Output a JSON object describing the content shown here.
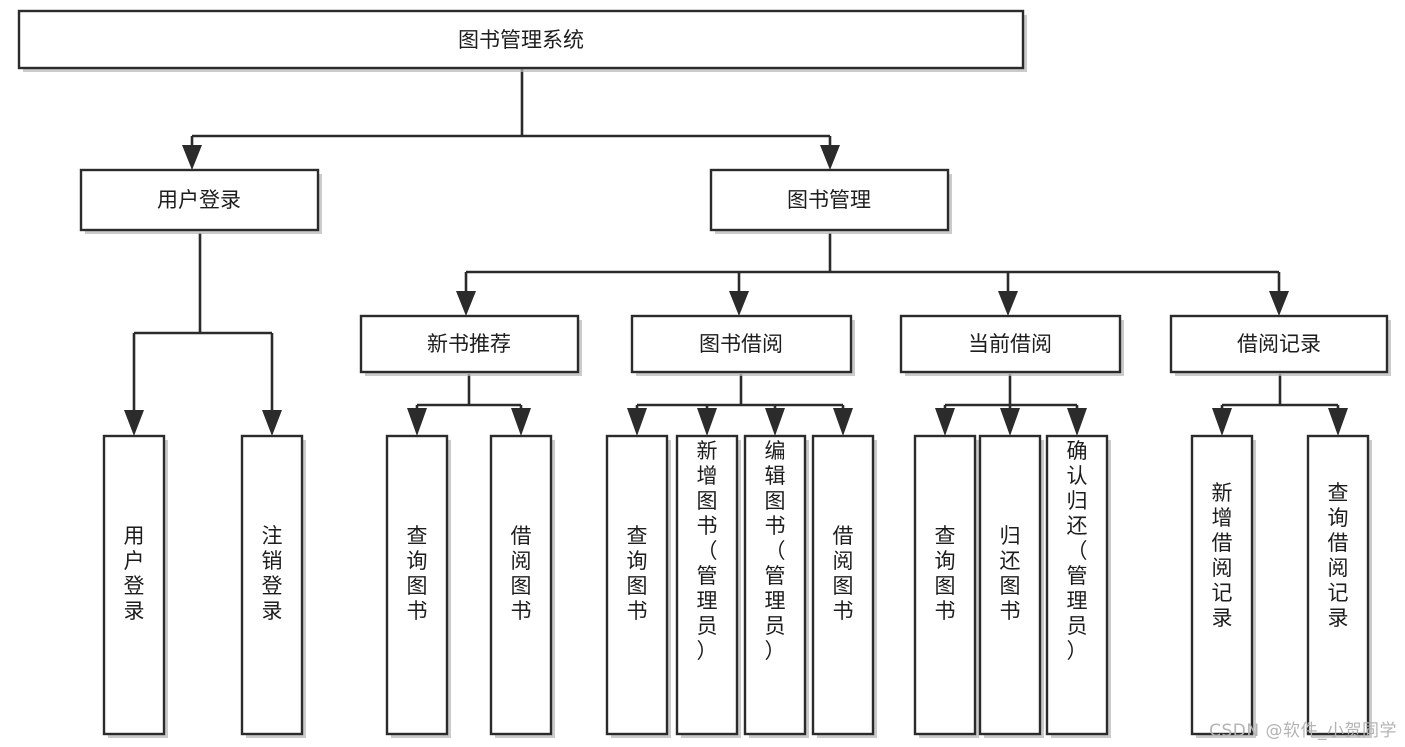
{
  "diagram": {
    "title": "图书管理系统",
    "type": "tree",
    "orientation": "top-down",
    "colors": {
      "box_fill": "#ffffff",
      "box_stroke": "#2b2b2b",
      "connector": "#2b2b2b",
      "text": "#1d1d1d",
      "background": "#ffffff",
      "watermark": "#b4b4b4"
    },
    "root": {
      "id": "root",
      "label": "图书管理系统",
      "orientation": "horizontal"
    },
    "level2": [
      {
        "id": "user-login",
        "label": "用户登录",
        "orientation": "horizontal"
      },
      {
        "id": "book-manage",
        "label": "图书管理",
        "orientation": "horizontal"
      }
    ],
    "level3": [
      {
        "id": "new-book-recommend",
        "label": "新书推荐",
        "orientation": "horizontal",
        "parent": "book-manage"
      },
      {
        "id": "book-borrow",
        "label": "图书借阅",
        "orientation": "horizontal",
        "parent": "book-manage"
      },
      {
        "id": "current-borrow",
        "label": "当前借阅",
        "orientation": "horizontal",
        "parent": "book-manage"
      },
      {
        "id": "borrow-record",
        "label": "借阅记录",
        "orientation": "horizontal",
        "parent": "book-manage"
      }
    ],
    "leaves": [
      {
        "id": "leaf-user-login",
        "label": "用户登录",
        "orientation": "vertical",
        "parent": "user-login"
      },
      {
        "id": "leaf-user-logout",
        "label": "注销登录",
        "orientation": "vertical",
        "parent": "user-login"
      },
      {
        "id": "leaf-query-book-1",
        "label": "查询图书",
        "orientation": "vertical",
        "parent": "new-book-recommend"
      },
      {
        "id": "leaf-borrow-book-1",
        "label": "借阅图书",
        "orientation": "vertical",
        "parent": "new-book-recommend"
      },
      {
        "id": "leaf-query-book-2",
        "label": "查询图书",
        "orientation": "vertical",
        "parent": "book-borrow"
      },
      {
        "id": "leaf-add-book",
        "label": "新增图书（管理员）",
        "orientation": "vertical",
        "parent": "book-borrow"
      },
      {
        "id": "leaf-edit-book",
        "label": "编辑图书（管理员）",
        "orientation": "vertical",
        "parent": "book-borrow"
      },
      {
        "id": "leaf-borrow-book-2",
        "label": "借阅图书",
        "orientation": "vertical",
        "parent": "book-borrow"
      },
      {
        "id": "leaf-query-book-3",
        "label": "查询图书",
        "orientation": "vertical",
        "parent": "current-borrow"
      },
      {
        "id": "leaf-return-book",
        "label": "归还图书",
        "orientation": "vertical",
        "parent": "current-borrow"
      },
      {
        "id": "leaf-confirm-return",
        "label": "确认归还（管理员）",
        "orientation": "vertical",
        "parent": "current-borrow"
      },
      {
        "id": "leaf-add-record",
        "label": "新增借阅记录",
        "orientation": "vertical",
        "parent": "borrow-record"
      },
      {
        "id": "leaf-query-record",
        "label": "查询借阅记录",
        "orientation": "vertical",
        "parent": "borrow-record"
      }
    ]
  },
  "watermark": {
    "text": "CSDN @软件_小贺同学"
  }
}
